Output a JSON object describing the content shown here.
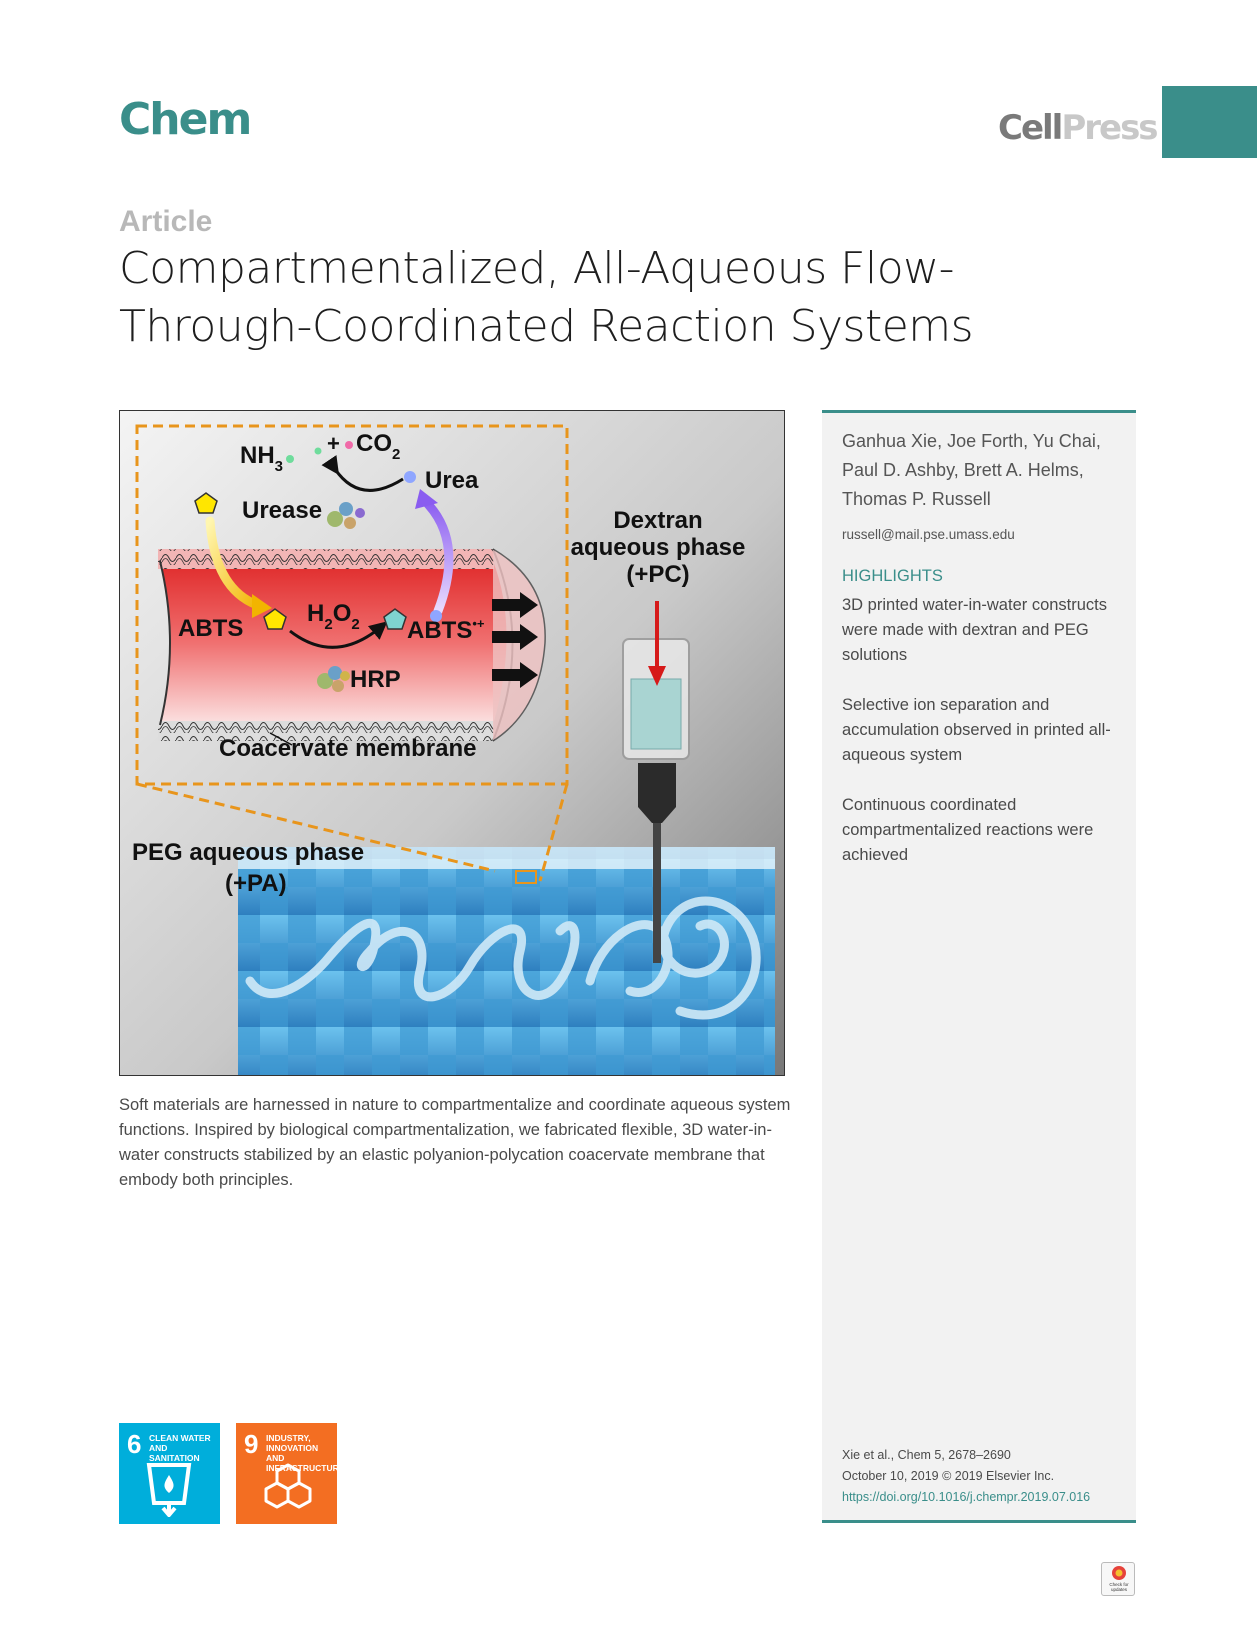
{
  "header": {
    "journal": "Chem",
    "publisher_cell": "Cell",
    "publisher_press": "Press",
    "accent_color": "#3a8e8a"
  },
  "article": {
    "type": "Article",
    "title": "Compartmentalized, All-Aqueous Flow-Through-Coordinated Reaction Systems"
  },
  "graphical_abstract": {
    "labels": {
      "nh3": "NH",
      "nh3_sub": "3",
      "plus": "+",
      "co2": "CO",
      "co2_sub": "2",
      "urea": "Urea",
      "urease": "Urease",
      "abts_left": "ABTS",
      "h2o2_h": "H",
      "h2o2_sub1": "2",
      "h2o2_o": "O",
      "h2o2_sub2": "2",
      "abts_right": "ABTS",
      "abts_right_sup": "•+",
      "hrp": "HRP",
      "membrane": "Coacervate membrane",
      "dextran_line1": "Dextran",
      "dextran_line2": "aqueous phase",
      "dextran_line3": "(+PC)",
      "peg_line1": "PEG aqueous phase",
      "peg_line2": "(+PA)"
    }
  },
  "summary": "Soft materials are harnessed in nature to compartmentalize and coordinate aqueous system functions. Inspired by biological compartmentalization, we fabricated flexible, 3D water-in-water constructs stabilized by an elastic polyanion-polycation coacervate membrane that embody both principles.",
  "sidebar": {
    "authors": "Ganhua Xie, Joe Forth, Yu Chai, Paul D. Ashby, Brett A. Helms, Thomas P. Russell",
    "email": "russell@mail.pse.umass.edu",
    "highlights_title": "HIGHLIGHTS",
    "highlights": [
      "3D printed water-in-water constructs were made with dextran and PEG solutions",
      "Selective ion separation and accumulation observed in printed all-aqueous system",
      "Continuous coordinated compartmentalized reactions were achieved"
    ],
    "citation_line1": "Xie et al., Chem 5, 2678–2690",
    "citation_line2": "October 10, 2019 © 2019 Elsevier Inc.",
    "doi": "https://doi.org/10.1016/j.chempr.2019.07.016"
  },
  "sdg": {
    "goal6_number": "6",
    "goal6_label": "CLEAN WATER AND SANITATION",
    "goal9_number": "9",
    "goal9_label": "INDUSTRY, INNOVATION AND INFRASTRUCTURE"
  },
  "check_updates": "Check for updates"
}
